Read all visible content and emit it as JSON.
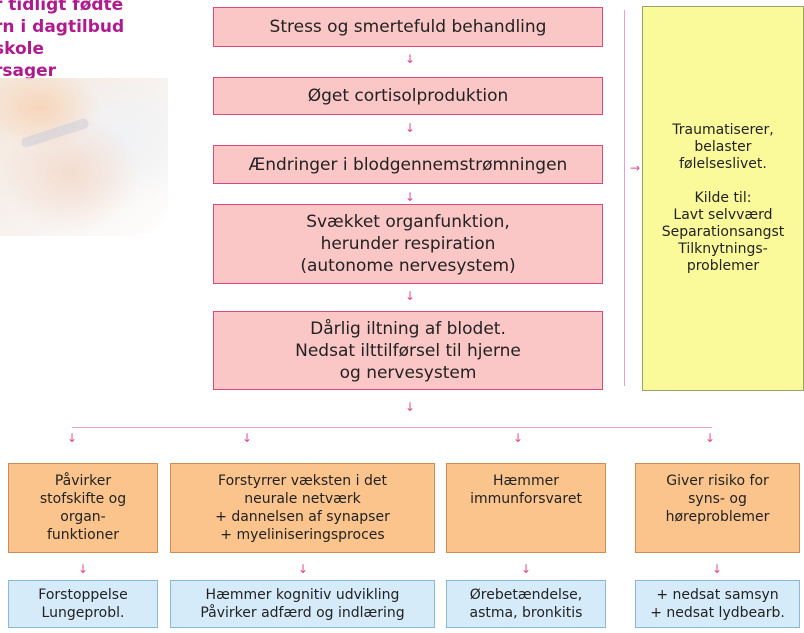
{
  "title": {
    "line1": "r tidligt fødte",
    "line2": "rn i dagtilbud",
    "line3": " skole",
    "line4": "rsager"
  },
  "chain": [
    "Stress og smertefuld behandling",
    "Øget cortisolproduktion",
    "Ændringer i blodgennemstrømningen",
    "Svækket organfunktion,\nherunder respiration\n(autonome nervesystem)",
    "Dårlig iltning af blodet.\nNedsat ilttilførsel til hjerne\nog nervesystem"
  ],
  "side_box": "Traumatiserer,\nbelaster\nfølelseslivet.\n\nKilde til:\nLavt selvværd\nSeparationsangst\nTilknytnings-\nproblemer",
  "effects": [
    "Påvirker\nstofskifte og\norgan-\nfunktioner",
    "Forstyrrer væksten i det\nneurale netværk\n+ dannelsen af synapser\n+ myeliniseringsproces",
    "Hæmmer\nimmunforsvaret",
    "Giver risiko for\nsyns- og\nhøreproblemer"
  ],
  "outcomes": [
    "Forstoppelse\nLungeprobl.",
    "Hæmmer kognitiv udvikling\nPåvirker adfærd og indlæring",
    "Ørebetændelse,\nastma, bronkitis",
    "+ nedsat samsyn\n+ nedsat lydbearb."
  ],
  "arrow_glyph": "↓",
  "side_arrow_glyph": "→",
  "colors": {
    "title": "#b01a8f",
    "chain_fill": "#fac6c6",
    "effect_fill": "#fbc48c",
    "outcome_fill": "#d5ebf9",
    "side_fill": "#fbfa9b",
    "connector": "#e6a1d0",
    "arrow": "#e0468f"
  }
}
